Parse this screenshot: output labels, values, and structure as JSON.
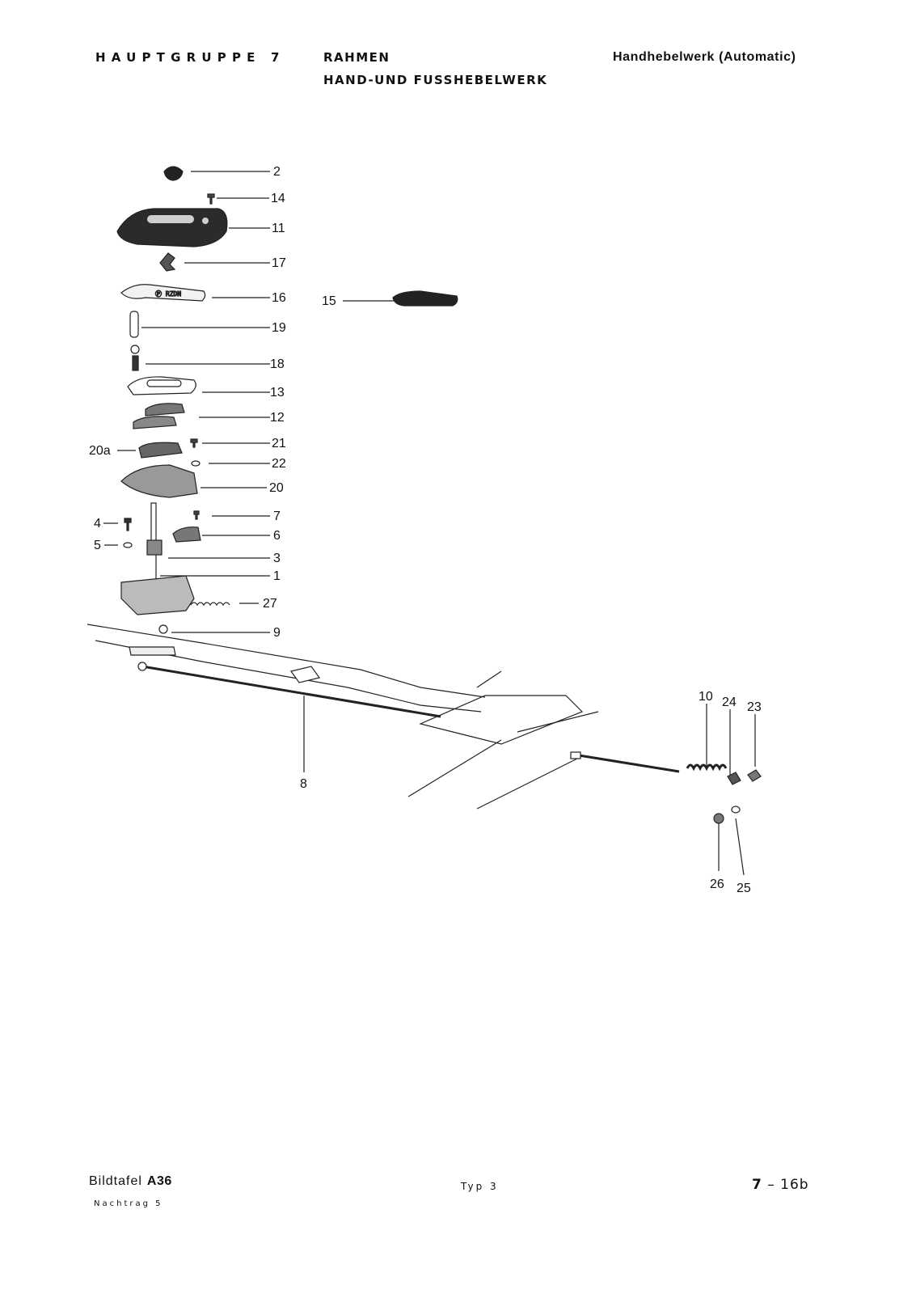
{
  "header": {
    "group": "HAUPTGRUPPE 7",
    "title_line1": "RAHMEN",
    "title_line2": "HAND-UND FUSSHEBELWERK",
    "section": "Handhebelwerk (Automatic)"
  },
  "diagram": {
    "callouts": [
      "2",
      "14",
      "11",
      "17",
      "16",
      "15",
      "19",
      "18",
      "13",
      "12",
      "21",
      "20a",
      "22",
      "20",
      "7",
      "4",
      "6",
      "5",
      "3",
      "1",
      "27",
      "9",
      "8",
      "10",
      "24",
      "23",
      "26",
      "25"
    ]
  },
  "footer": {
    "plate_label": "Bildtafel",
    "plate_number": "A36",
    "supplement": "Nachtrag 5",
    "type": "Typ 3",
    "page_prefix": "7",
    "page_number": "16b"
  }
}
